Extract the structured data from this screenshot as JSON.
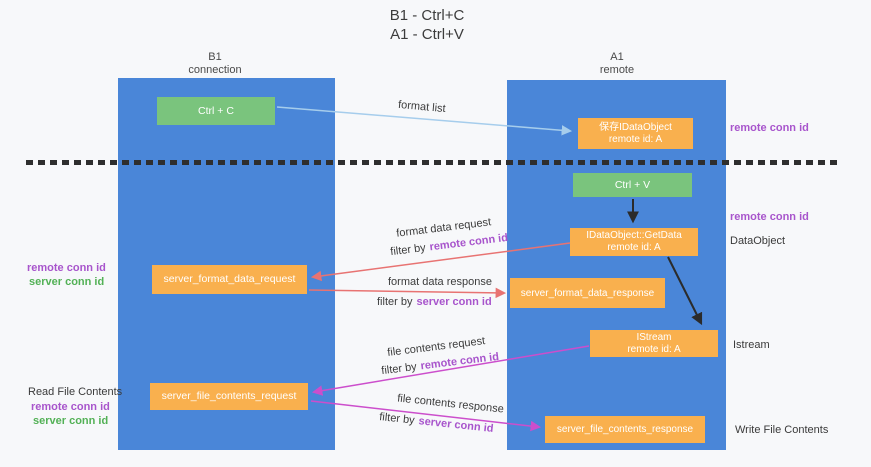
{
  "title": {
    "line1": "B1 - Ctrl+C",
    "line2": "A1 - Ctrl+V"
  },
  "lanes": {
    "left": {
      "name": "B1",
      "role": "connection"
    },
    "right": {
      "name": "A1",
      "role": "remote"
    }
  },
  "nodes": {
    "ctrl_c": {
      "label": "Ctrl + C"
    },
    "save_idataobject": {
      "line1": "保存IDataObject",
      "line2": "remote id: A"
    },
    "ctrl_v": {
      "label": "Ctrl + V"
    },
    "getdata": {
      "line1": "IDataObject::GetData",
      "line2": "remote id: A"
    },
    "server_format_data_request": {
      "label": "server_format_data_request"
    },
    "server_format_data_response": {
      "label": "server_format_data_response"
    },
    "istream": {
      "line1": "IStream",
      "line2": "remote id: A"
    },
    "server_file_contents_request": {
      "label": "server_file_contents_request"
    },
    "server_file_contents_response": {
      "label": "server_file_contents_response"
    }
  },
  "edge_labels": {
    "format_list": "format list",
    "format_data_request": "format data request",
    "format_data_response": "format data response",
    "file_contents_request": "file contents request",
    "file_contents_response": "file contents response",
    "filter_by": "filter by",
    "remote_conn_id": "remote conn id",
    "server_conn_id": "server conn id"
  },
  "side_labels": {
    "remote_conn_id": "remote conn id",
    "server_conn_id": "server conn id",
    "read_file_contents": "Read File Contents",
    "write_file_contents": "Write File Contents",
    "dataobject": "DataObject",
    "istream": "Istream"
  },
  "colors": {
    "lane_blue": "#4a86d8",
    "node_orange": "#f9b04e",
    "node_green": "#7ac47d",
    "arrow_light_blue": "#a6cdec",
    "arrow_black": "#2b2b2b",
    "arrow_red": "#e87372",
    "arrow_magenta": "#cc4ecc",
    "text_purple": "#a855cc",
    "text_green": "#53b156",
    "background": "#f7f8fa"
  }
}
